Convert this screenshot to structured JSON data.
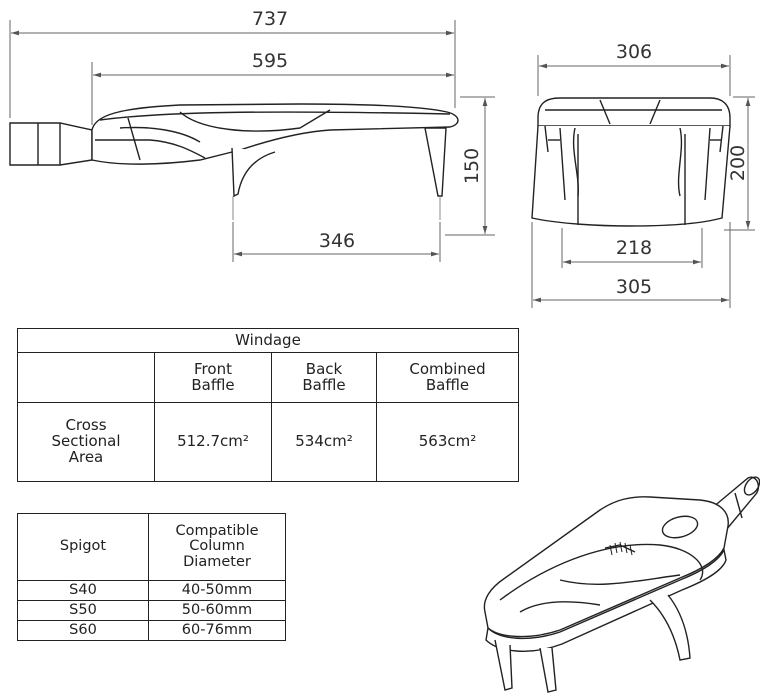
{
  "drawing": {
    "side_view": {
      "overall_length": "737",
      "body_length": "595",
      "height": "150",
      "leg_span": "346"
    },
    "end_view": {
      "top_width": "306",
      "height": "200",
      "inner_width": "218",
      "base_width": "305"
    }
  },
  "windage_table": {
    "title": "Windage",
    "headers": [
      "",
      "Front\nBaffle",
      "Back\nBaffle",
      "Combined\nBaffle"
    ],
    "row_label": "Cross\nSectional\nArea",
    "values": [
      "512.7cm²",
      "534cm²",
      "563cm²"
    ]
  },
  "spigot_table": {
    "headers": [
      "Spigot",
      "Compatible\nColumn\nDiameter"
    ],
    "rows": [
      [
        "S40",
        "40-50mm"
      ],
      [
        "S50",
        "50-60mm"
      ],
      [
        "S60",
        "60-76mm"
      ]
    ]
  },
  "colors": {
    "line": "#222222",
    "dim_line": "#666666",
    "text": "#333333"
  }
}
